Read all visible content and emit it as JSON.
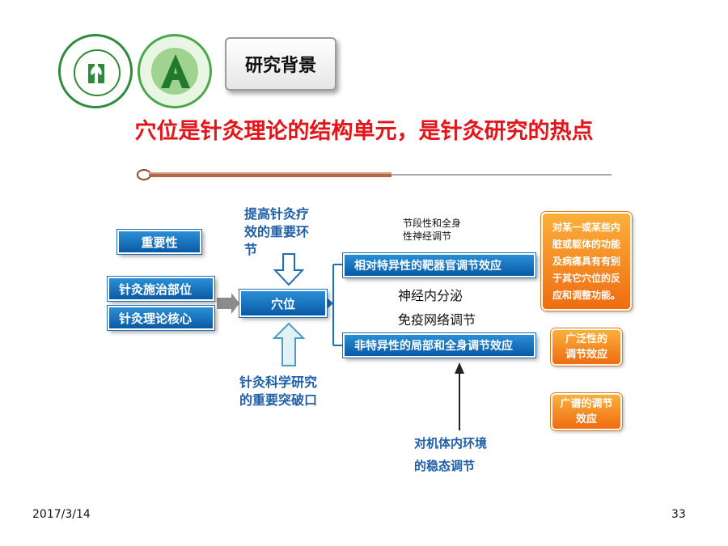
{
  "header": {
    "section_title": "研究背景"
  },
  "headline": "穴位是针灸理论的结构单元，是针灸研究的热点",
  "diagram": {
    "importance_label": "重要性",
    "left_items": [
      "针灸施治部位",
      "针灸理论核心"
    ],
    "center_label": "穴位",
    "top_note": [
      "提高针灸疗",
      "效的重要环",
      "节"
    ],
    "bottom_note": [
      "针灸科学研究",
      "的重要突破口"
    ],
    "small_note": [
      "节段性和全身",
      "性神经调节"
    ],
    "branch_top": "相对特异性的靶器官调节效应",
    "branch_bottom": "非特异性的局部和全身调节效应",
    "mid_notes": [
      "神经内分泌",
      "免疫网络调节"
    ],
    "bottom_arrow_note": [
      "对机体内环境",
      "的稳态调节"
    ],
    "orange_boxes": [
      [
        "对某一或某些内",
        "脏或躯体的功能",
        "及病痛具有有别",
        "于其它穴位的反",
        "应和调整功能。"
      ],
      [
        "广泛性的",
        "调节效应"
      ],
      [
        "广谱的调节",
        "效应"
      ]
    ],
    "colors": {
      "blue": "#0a5aa6",
      "orange": "#ef6c12",
      "red": "#e2151b"
    }
  },
  "footer": {
    "date": "2017/3/14",
    "page": "33"
  }
}
